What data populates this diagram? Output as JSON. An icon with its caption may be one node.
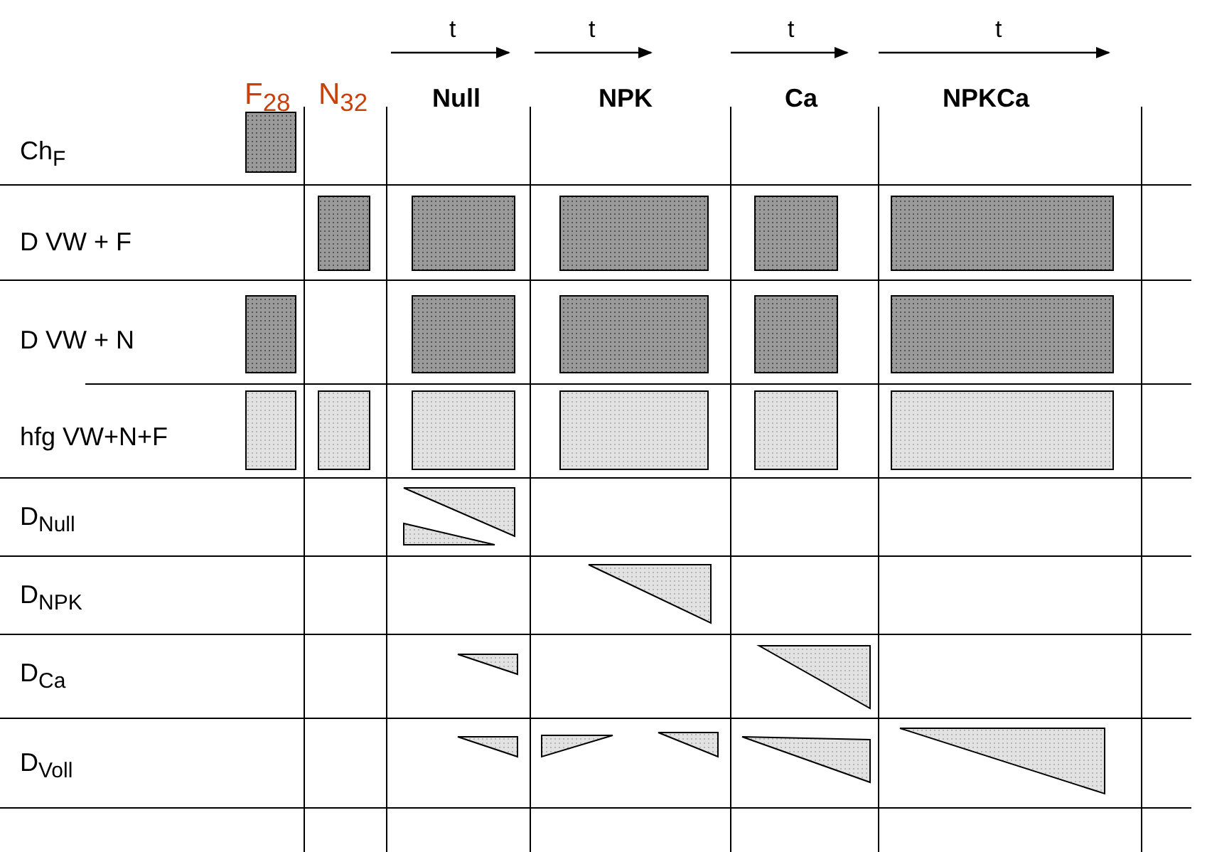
{
  "diagram": {
    "labels": [
      "t",
      "t",
      "t",
      "t",
      "F$_{28}$",
      "N$_{32}$",
      "Null",
      "NPK",
      "Ca",
      "NPKCa",
      "Ch$_{F}$",
      "D VW + F",
      "D VW + N",
      "hfg VW+N+F",
      "D$_{Null}$",
      "D$_{NPK}$",
      "D$_{Ca}$",
      "D$_{Voll}$"
    ]
  }
}
